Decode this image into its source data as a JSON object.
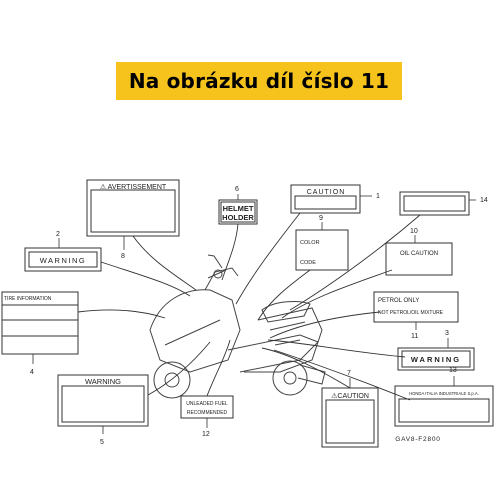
{
  "banner": {
    "text": "Na obrázku díl číslo 11",
    "color": "#f6c21c"
  },
  "labels": {
    "avertissement": "⚠ AVERTISSEMENT",
    "helmet_line1": "HELMET",
    "helmet_line2": "HOLDER",
    "caution_top": "CAUTION",
    "warning_small": "WARNING",
    "color": "COLOR",
    "code": "CODE",
    "oil_caution": "OIL CAUTION",
    "tire_information": "TIRE INFORMATION",
    "petrol_line1": "PETROL ONLY",
    "petrol_line2": "NOT PETROL/OIL MIXTURE",
    "warning_right": "WARNING",
    "warning_bottom": "WARNING",
    "unleaded_line1": "UNLEADED FUEL",
    "unleaded_line2": "RECOMMENDED",
    "caution_bottom": "⚠CAUTION",
    "honda_line": "HONDA ITALIA INDUSTRIALE S.p.A.",
    "drawing_code": "GAV8-F2800"
  },
  "callouts": [
    "1",
    "2",
    "3",
    "4",
    "5",
    "6",
    "7",
    "8",
    "9",
    "10",
    "11",
    "12",
    "13",
    "14"
  ]
}
